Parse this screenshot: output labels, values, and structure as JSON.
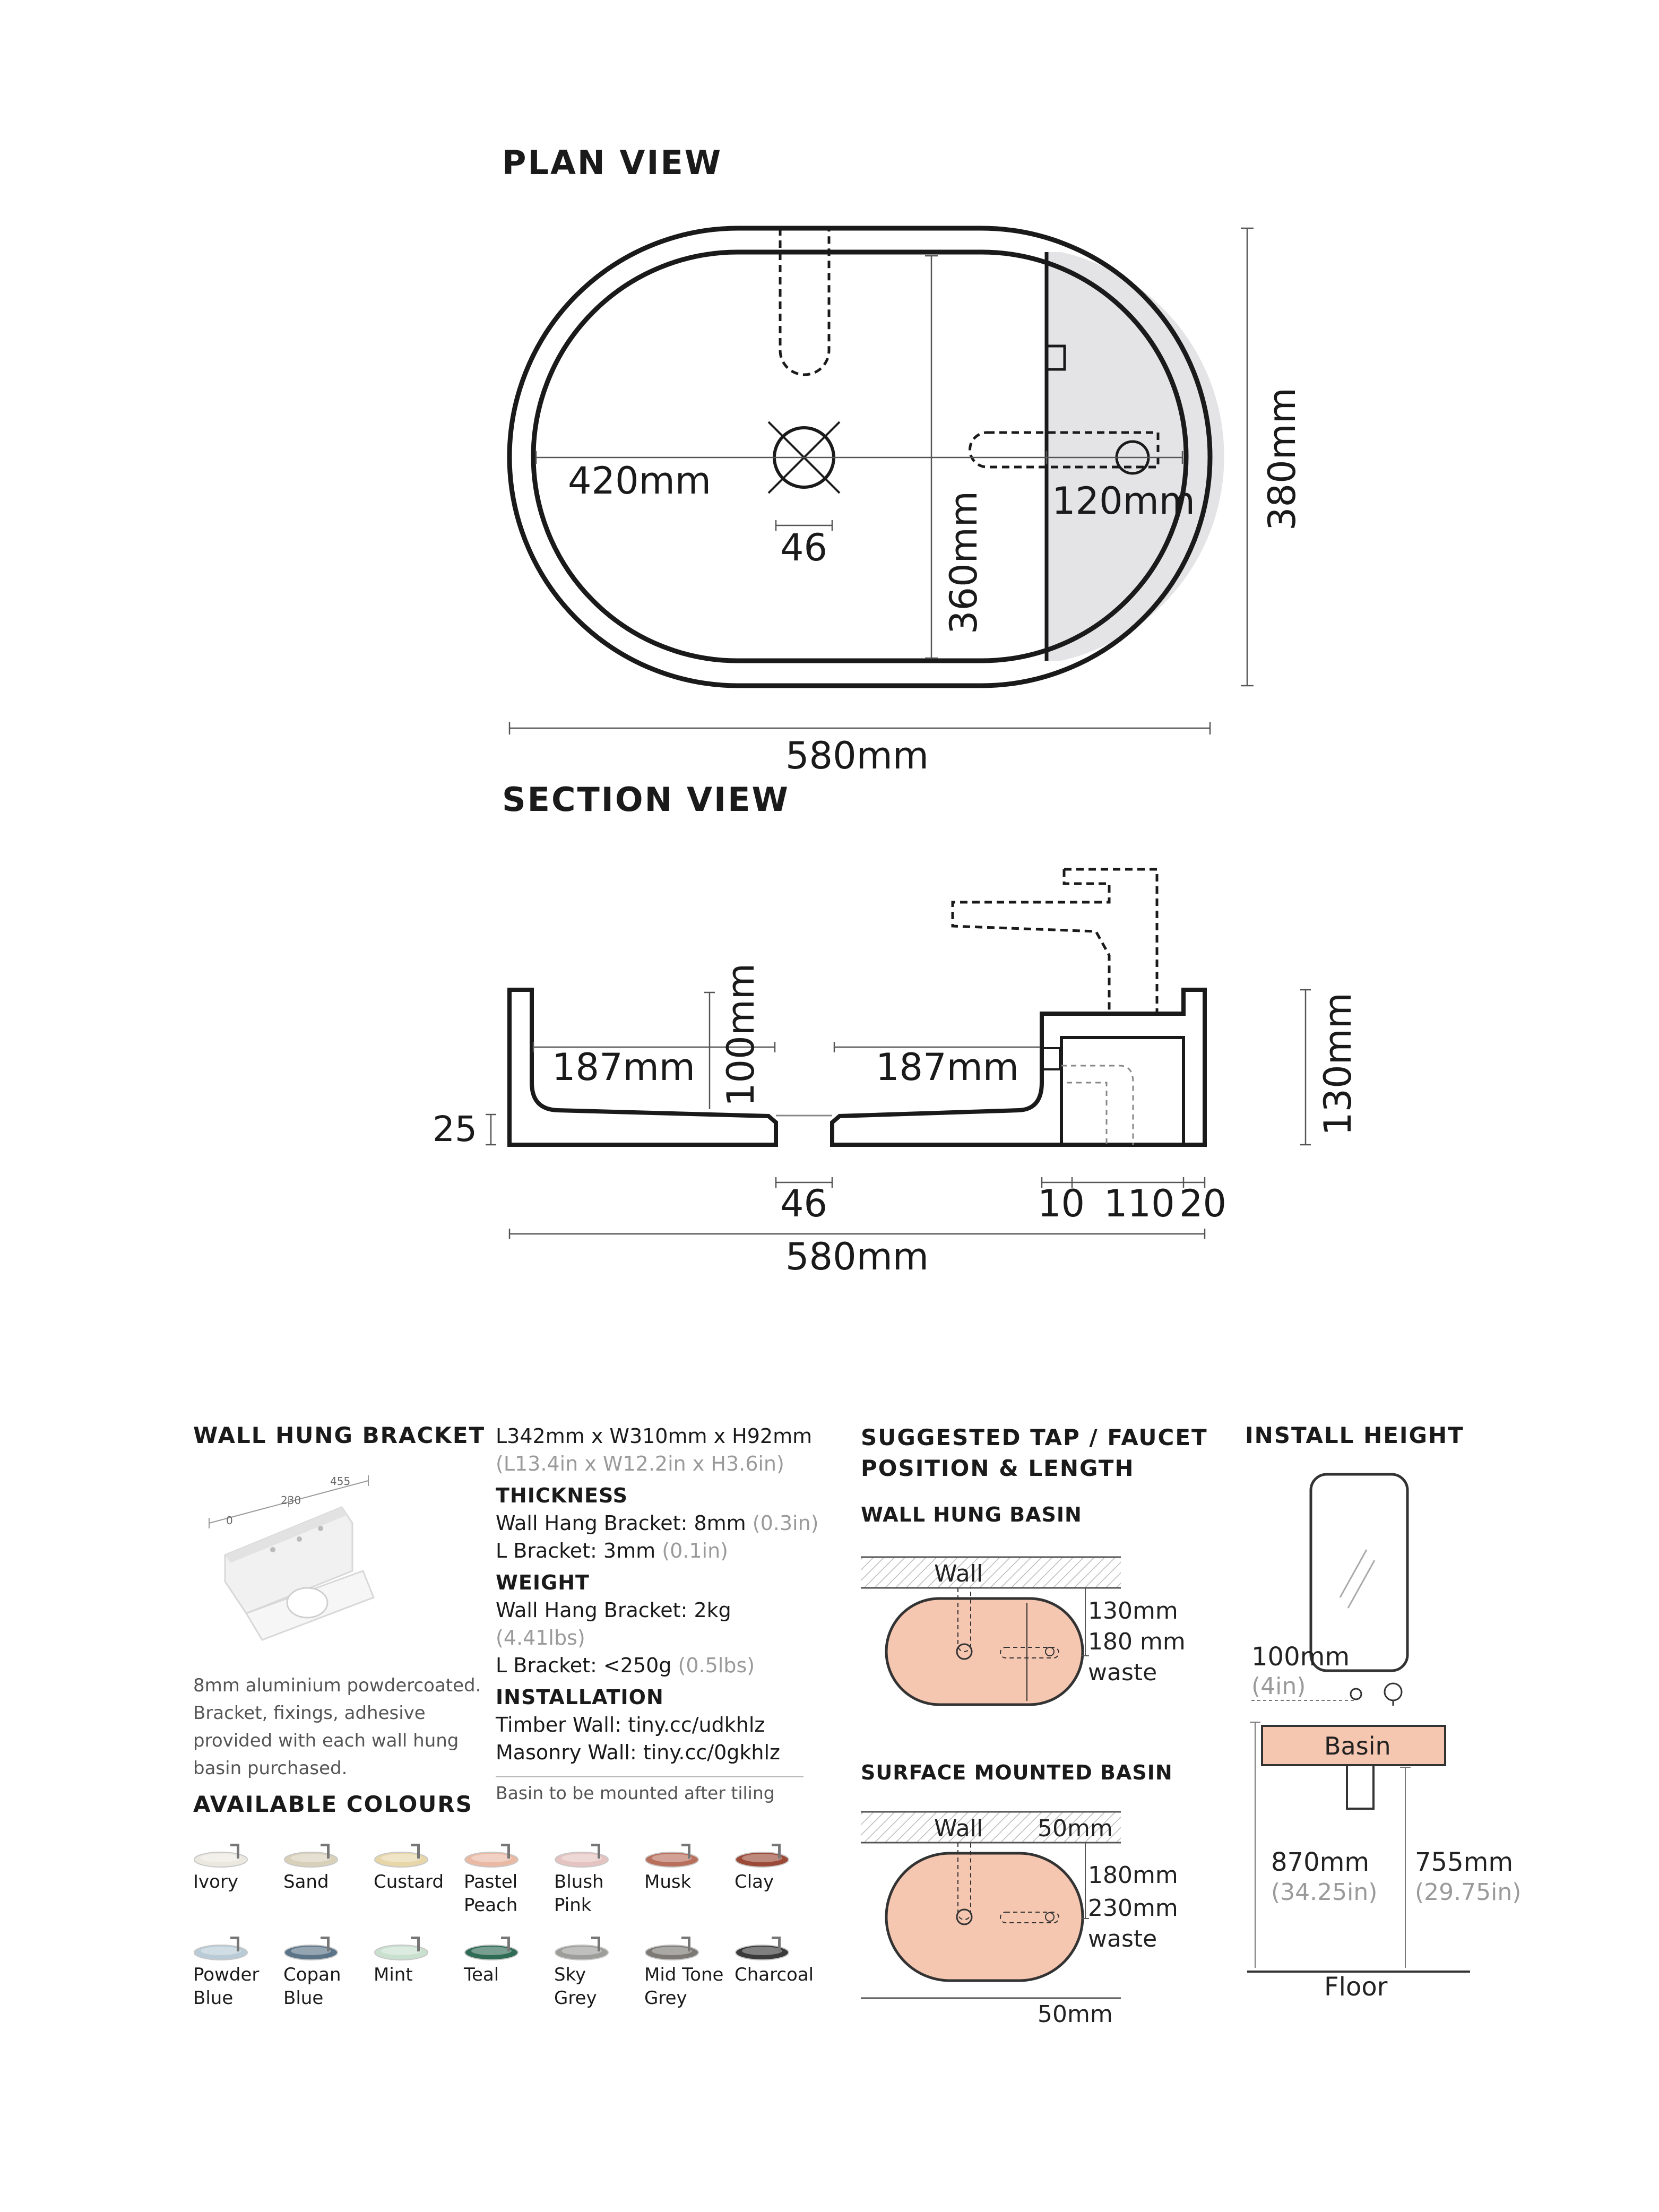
{
  "plan_view": {
    "title": "PLAN VIEW",
    "dims": {
      "length_inner": "420mm",
      "width_inner": "360mm",
      "tap_zone": "120mm",
      "waste": "46",
      "width_outer": "380mm",
      "length_outer": "580mm"
    }
  },
  "section_view": {
    "title": "SECTION VIEW",
    "dims": {
      "left_floor": "187mm",
      "right_floor": "187mm",
      "depth": "100mm",
      "base": "25",
      "height": "130mm",
      "waste": "46",
      "ledge_a": "10",
      "ledge_b": "110",
      "ledge_c": "20",
      "length": "580mm"
    }
  },
  "bracket": {
    "title": "WALL HUNG BRACKET",
    "scale": [
      "0",
      "230",
      "455"
    ],
    "description": [
      "8mm aluminium powdercoated.",
      "Bracket, fixings, adhesive",
      "provided with each wall hung",
      "basin purchased."
    ]
  },
  "specs": {
    "size": "L342mm x W310mm x H92mm",
    "size_imperial": "(L13.4in x W12.2in x H3.6in)",
    "thickness_title": "THICKNESS",
    "thickness": [
      {
        "label": "Wall Hang Bracket: 8mm",
        "alt": "(0.3in)"
      },
      {
        "label": "L Bracket: 3mm",
        "alt": "(0.1in)"
      }
    ],
    "weight_title": "WEIGHT",
    "weight": [
      {
        "label": "Wall Hang Bracket: 2kg",
        "alt": "(4.41lbs)"
      },
      {
        "label": "L Bracket: <250g",
        "alt": "(0.5lbs)"
      }
    ],
    "install_title": "INSTALLATION",
    "install": [
      "Timber Wall: tiny.cc/udkhlz",
      "Masonry Wall: tiny.cc/0gkhlz"
    ],
    "note": "Basin to be mounted after tiling"
  },
  "tap": {
    "title_1": "SUGGESTED TAP / FAUCET",
    "title_2": "POSITION & LENGTH",
    "wall_hung": {
      "title": "WALL HUNG BASIN",
      "wall": "Wall",
      "d1": "130mm",
      "d2": "180 mm",
      "d3": "waste"
    },
    "surface": {
      "title": "SURFACE MOUNTED BASIN",
      "wall": "Wall",
      "top": "50mm",
      "d1": "180mm",
      "d2": "230mm",
      "d3": "waste",
      "bottom": "50mm"
    },
    "basin_fill": "#f5c6b0"
  },
  "install_height": {
    "title": "INSTALL HEIGHT",
    "gap": "100mm",
    "gap_in": "(4in)",
    "basin": "Basin",
    "h1": "870mm",
    "h1_in": "(34.25in)",
    "h2": "755mm",
    "h2_in": "(29.75in)",
    "floor": "Floor"
  },
  "colours": {
    "title": "AVAILABLE COLOURS",
    "row1": [
      {
        "l1": "Ivory",
        "l2": "",
        "color": "#ebe8e0"
      },
      {
        "l1": "Sand",
        "l2": "",
        "color": "#d8d0b8"
      },
      {
        "l1": "Custard",
        "l2": "",
        "color": "#e7d6a8"
      },
      {
        "l1": "Pastel",
        "l2": "Peach",
        "color": "#e9b9a4"
      },
      {
        "l1": "Blush",
        "l2": "Pink",
        "color": "#e5c3c0"
      },
      {
        "l1": "Musk",
        "l2": "",
        "color": "#b86f5c"
      },
      {
        "l1": "Clay",
        "l2": "",
        "color": "#9c4a38"
      }
    ],
    "row2": [
      {
        "l1": "Powder",
        "l2": "Blue",
        "color": "#b8cbd6"
      },
      {
        "l1": "Copan",
        "l2": "Blue",
        "color": "#5b7488"
      },
      {
        "l1": "Mint",
        "l2": "",
        "color": "#c9e0cf"
      },
      {
        "l1": "Teal",
        "l2": "",
        "color": "#2f6b55"
      },
      {
        "l1": "Sky",
        "l2": "Grey",
        "color": "#9d9d9a"
      },
      {
        "l1": "Mid Tone",
        "l2": "Grey",
        "color": "#7d7a76"
      },
      {
        "l1": "Charcoal",
        "l2": "",
        "color": "#3b3b3b"
      }
    ]
  }
}
